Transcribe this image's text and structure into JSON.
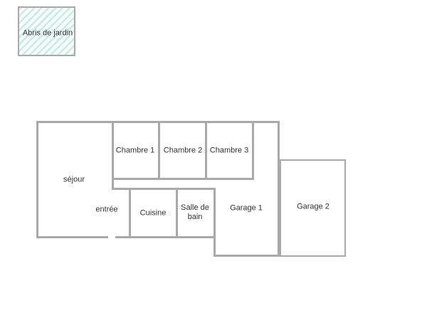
{
  "plan": {
    "shed": {
      "label": "Abris de jardin"
    },
    "rooms": {
      "sejour": "séjour",
      "entree": "entrée",
      "cuisine": "Cuisine",
      "salle_de_bain": "Salle de bain",
      "chambre1": "Chambre 1",
      "chambre2": "Chambre 2",
      "chambre3": "Chambre 3",
      "garage1": "Garage 1",
      "garage2": "Garage 2"
    },
    "colors": {
      "wall": "#a7a9ab",
      "text": "#333333",
      "shed_stripe": "#cdeae6",
      "shed_fill": "#f5fcfa"
    }
  }
}
